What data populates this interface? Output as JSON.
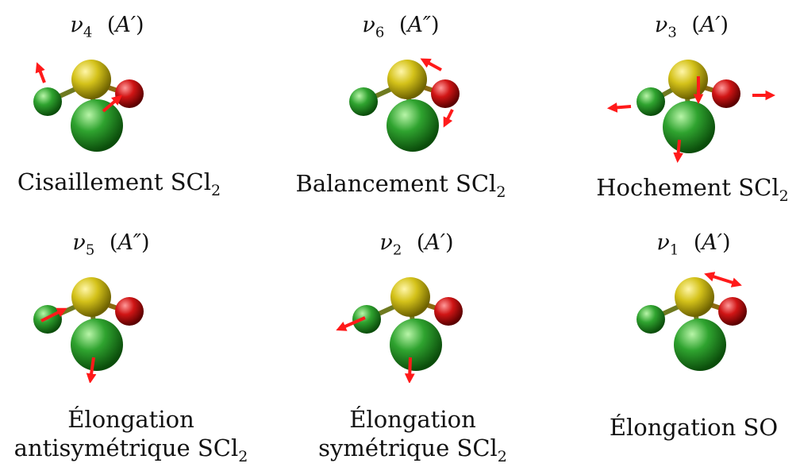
{
  "colors": {
    "sulfur": "#d4c21a",
    "chlorine": "#2fa32f",
    "oxygen": "#d01515",
    "arrow": "#ff1a1a"
  },
  "modes": [
    {
      "nu": "ν",
      "nu_sub": "4",
      "symmetry": "A′",
      "caption_lines": [
        "Cisaillement SCl"
      ],
      "caption_sub": "2"
    },
    {
      "nu": "ν",
      "nu_sub": "6",
      "symmetry": "A″",
      "caption_lines": [
        "Balancement SCl"
      ],
      "caption_sub": "2"
    },
    {
      "nu": "ν",
      "nu_sub": "3",
      "symmetry": "A′",
      "caption_lines": [
        "Hochement SCl"
      ],
      "caption_sub": "2"
    },
    {
      "nu": "ν",
      "nu_sub": "5",
      "symmetry": "A″",
      "caption_lines": [
        "Élongation",
        "antisymétrique SCl"
      ],
      "caption_sub": "2"
    },
    {
      "nu": "ν",
      "nu_sub": "2",
      "symmetry": "A′",
      "caption_lines": [
        "Élongation",
        "symétrique SCl"
      ],
      "caption_sub": "2"
    },
    {
      "nu": "ν",
      "nu_sub": "1",
      "symmetry": "A′",
      "caption_lines": [
        "Élongation SO"
      ],
      "caption_sub": ""
    }
  ]
}
